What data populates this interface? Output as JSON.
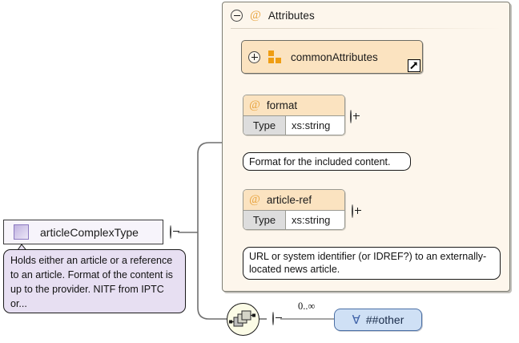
{
  "diagram": {
    "title": "articleComplexType XSD diagram",
    "colors": {
      "panel_background": "#fdf6ec",
      "attribute_header": "#fbe3c0",
      "attribute_group_icon": "#ef9d12",
      "complextype_purple": "#c0b2e0",
      "annotation_purple": "#e7dff2",
      "wildcard_blue": "#cfe0f5",
      "type_key_gray": "#dddddd"
    }
  },
  "root": {
    "name": "articleComplexType",
    "icon": "complextype-icon",
    "collapse_toggle": "minus",
    "annotation": "Holds either an article or a reference to an article. Format of the content is up to the provider. NITF from IPTC or..."
  },
  "attributes_panel": {
    "header_icon": "at-icon",
    "title": "Attributes",
    "collapse_toggle": "minus",
    "attribute_group": {
      "name": "commonAttributes",
      "icon": "attribute-group-icon",
      "expand_toggle": "plus",
      "badge": "external-link-icon"
    },
    "attributes": [
      {
        "name": "format",
        "icon": "at-icon",
        "expand_toggle": "plus",
        "type_key": "Type",
        "type_value": "xs:string",
        "annotation": "Format for the included content."
      },
      {
        "name": "article-ref",
        "icon": "at-icon",
        "expand_toggle": "plus",
        "type_key": "Type",
        "type_value": "xs:string",
        "annotation": "URL or system identifier (or IDREF?) to an externally-located news article."
      }
    ]
  },
  "content_model": {
    "group_icon": "choice-icon",
    "collapse_toggle": "minus",
    "occurrence": "0..∞",
    "wildcard": {
      "icon": "forall-icon",
      "namespace": "##other"
    }
  }
}
